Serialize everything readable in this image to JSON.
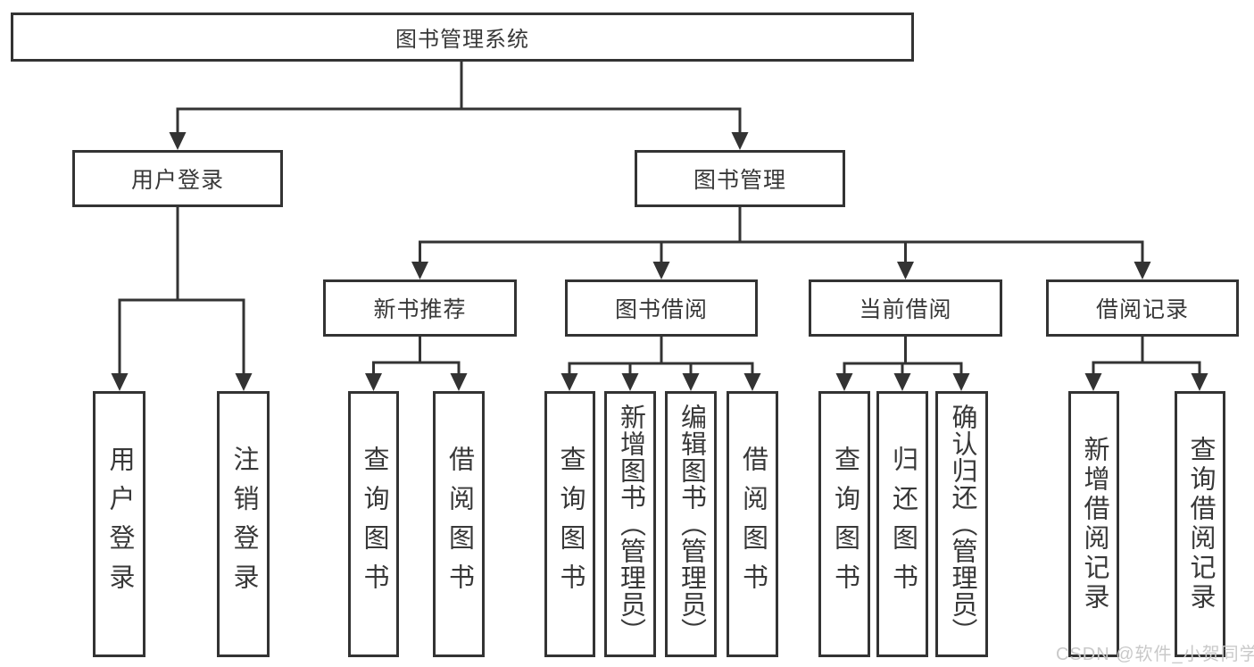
{
  "diagram": {
    "root": {
      "label": "图书管理系统"
    },
    "level2": [
      {
        "label": "用户登录"
      },
      {
        "label": "图书管理"
      }
    ],
    "level3": [
      {
        "label": "新书推荐"
      },
      {
        "label": "图书借阅"
      },
      {
        "label": "当前借阅"
      },
      {
        "label": "借阅记录"
      }
    ],
    "leaves": {
      "user_login": [
        {
          "label": "用户登录"
        },
        {
          "label": "注销登录"
        }
      ],
      "new_book": [
        {
          "label": "查询图书"
        },
        {
          "label": "借阅图书"
        }
      ],
      "book_borrow": [
        {
          "label": "查询图书"
        },
        {
          "label": "新增图书（管理员）"
        },
        {
          "label": "编辑图书（管理员）"
        },
        {
          "label": "借阅图书"
        }
      ],
      "current_borrow": [
        {
          "label": "查询图书"
        },
        {
          "label": "归还图书"
        },
        {
          "label": "确认归还（管理员）"
        }
      ],
      "borrow_records": [
        {
          "label": "新增借阅记录"
        },
        {
          "label": "查询借阅记录"
        }
      ]
    }
  },
  "watermark": {
    "text": "CSDN @软件_小贺同学"
  },
  "colors": {
    "line": "#333333",
    "box_border": "#333333",
    "text": "#383838",
    "watermark": "#c9c9c9",
    "background": "#ffffff"
  }
}
